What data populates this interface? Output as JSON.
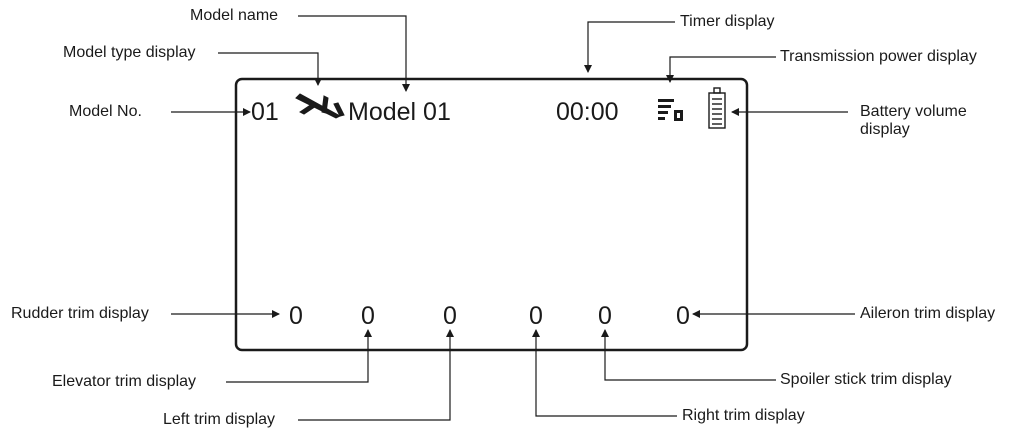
{
  "screen": {
    "model_number": "01",
    "model_name": "Model 01",
    "timer": "00:00",
    "trims": {
      "rudder": "0",
      "elevator": "0",
      "left": "0",
      "right": "0",
      "spoiler": "0",
      "aileron": "0"
    },
    "icons": {
      "model_type": "airplane-icon",
      "transmission_power": "signal-bars-icon",
      "battery": "battery-icon"
    }
  },
  "labels": {
    "model_name": "Model name",
    "timer_display": "Timer display",
    "model_type_display": "Model type display",
    "transmission_power_display": "Transmission power display",
    "model_no": "Model No.",
    "battery_volume_line1": "Battery volume",
    "battery_volume_line2": "display",
    "rudder_trim": "Rudder trim display",
    "aileron_trim": "Aileron trim display",
    "elevator_trim": "Elevator trim display",
    "spoiler_trim": "Spoiler stick trim display",
    "left_trim": "Left trim display",
    "right_trim": "Right trim display"
  }
}
